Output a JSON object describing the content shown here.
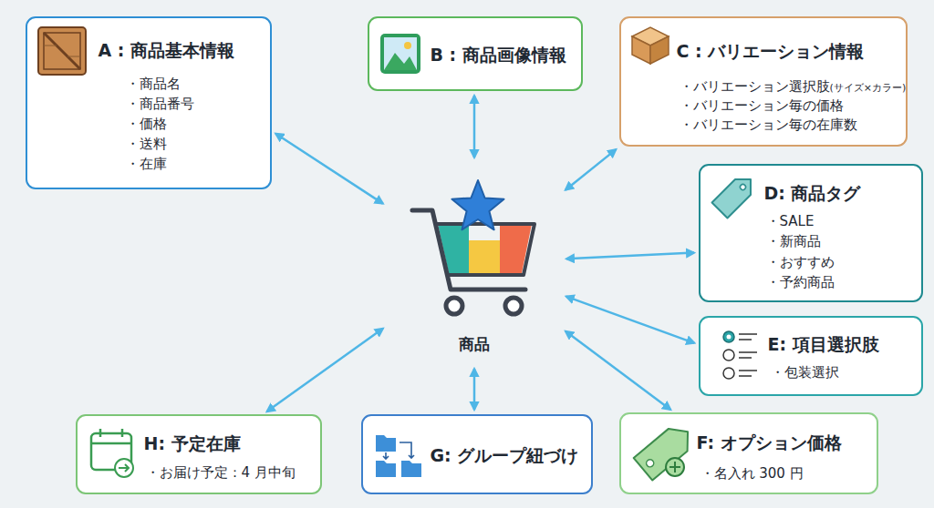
{
  "diagram": {
    "nodes": [
      {
        "text": [
          "A : 商品基本情報",
          "・商品名",
          "・商品番号",
          "・価格",
          "・送料",
          "・在庫"
        ]
      },
      {
        "text": [
          "B : 商品画像情報"
        ]
      },
      {
        "text": [
          "C : バリエーション情報",
          "・バリエーション選択肢",
          "(サイズ×カラー)",
          "・バリエーション毎の価格",
          "・バリエーション毎の在庫数"
        ]
      },
      {
        "text": [
          "D: 商品タグ",
          "・SALE",
          "・新商品",
          "・おすすめ",
          "・予約商品"
        ]
      },
      {
        "text": [
          "商品"
        ]
      },
      {
        "text": [
          "E: 項目選択肢",
          "・包装選択"
        ]
      },
      {
        "text": [
          "H: 予定在庫",
          "・お届け予定：4 月中旬"
        ]
      },
      {
        "text": [
          "G: グループ紐づけ"
        ]
      },
      {
        "text": [
          "F: オプション価格",
          "・名入れ 300 円"
        ]
      }
    ],
    "edges": [
      {
        "from": 4,
        "to": 0,
        "arrow": "both"
      },
      {
        "from": 4,
        "to": 1,
        "arrow": "both"
      },
      {
        "from": 4,
        "to": 2,
        "arrow": "both"
      },
      {
        "from": 4,
        "to": 3,
        "arrow": "both"
      },
      {
        "from": 4,
        "to": 5,
        "arrow": "both"
      },
      {
        "from": 4,
        "to": 8,
        "arrow": "both"
      },
      {
        "from": 4,
        "to": 7,
        "arrow": "both"
      },
      {
        "from": 4,
        "to": 6,
        "arrow": "both"
      }
    ]
  }
}
